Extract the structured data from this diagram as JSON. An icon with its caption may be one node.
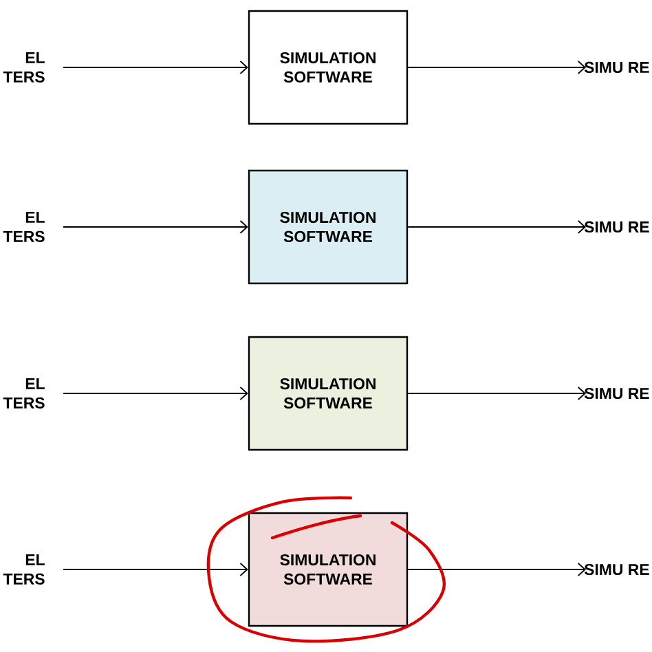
{
  "diagram": {
    "nodes": [
      {
        "text": [
          "EL TERS"
        ]
      },
      {
        "text": [
          "SIMULATION SOFTWARE"
        ]
      },
      {
        "text": [
          "SIMU RE"
        ]
      },
      {
        "text": [
          "EL TERS"
        ]
      },
      {
        "text": [
          "SIMULATION SOFTWARE"
        ]
      },
      {
        "text": [
          "SIMU RE"
        ]
      },
      {
        "text": [
          "EL TERS"
        ]
      },
      {
        "text": [
          "SIMULATION SOFTWARE"
        ]
      },
      {
        "text": [
          "SIMU RE"
        ]
      },
      {
        "text": [
          "EL TERS"
        ]
      },
      {
        "text": [
          "SIMULATION SOFTWARE"
        ]
      },
      {
        "text": [
          "SIMU RE"
        ]
      }
    ],
    "edges": [
      {
        "from": 0,
        "to": 1,
        "arrow": "to"
      },
      {
        "from": 1,
        "to": 2,
        "arrow": "to"
      },
      {
        "from": 3,
        "to": 4,
        "arrow": "to"
      },
      {
        "from": 4,
        "to": 5,
        "arrow": "to"
      },
      {
        "from": 6,
        "to": 7,
        "arrow": "to"
      },
      {
        "from": 7,
        "to": 8,
        "arrow": "to"
      },
      {
        "from": 9,
        "to": 10,
        "arrow": "to"
      },
      {
        "from": 10,
        "to": 11,
        "arrow": "to"
      }
    ]
  }
}
